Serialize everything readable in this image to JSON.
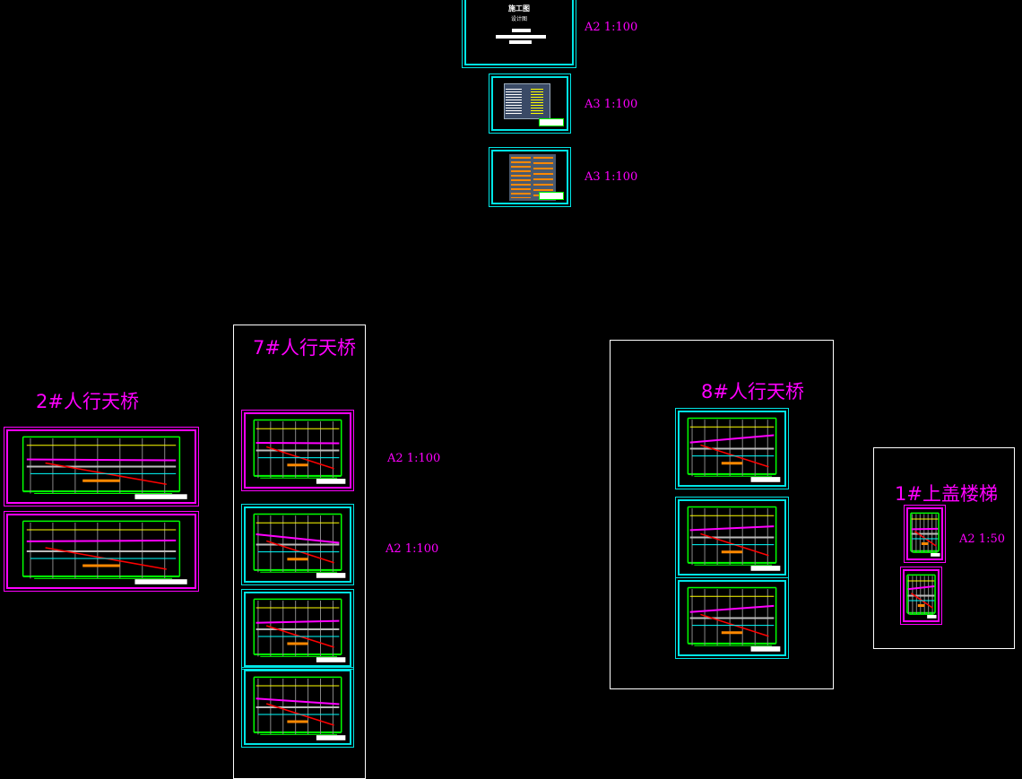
{
  "cover": {
    "title": "施工图",
    "subtitle": "设计图",
    "scale": "A2 1:100"
  },
  "index_sheets": [
    {
      "scale": "A3 1:100"
    },
    {
      "scale": "A3 1:100"
    }
  ],
  "groups": [
    {
      "title": "2#人行天桥",
      "sheet_count": 2
    },
    {
      "title": "7#人行天桥",
      "sheet_count": 4,
      "scales": [
        "A2 1:100",
        "A2 1:100"
      ]
    },
    {
      "title": "8#人行天桥",
      "sheet_count": 3
    },
    {
      "title": "1#上盖楼梯",
      "sheet_count": 2,
      "scales": [
        "A2 1:50"
      ]
    }
  ],
  "colors": {
    "background": "#000000",
    "frame_cyan": "#00e5e5",
    "label_magenta": "#ff00ff",
    "line_green": "#00ff00",
    "line_yellow": "#ffff00"
  }
}
